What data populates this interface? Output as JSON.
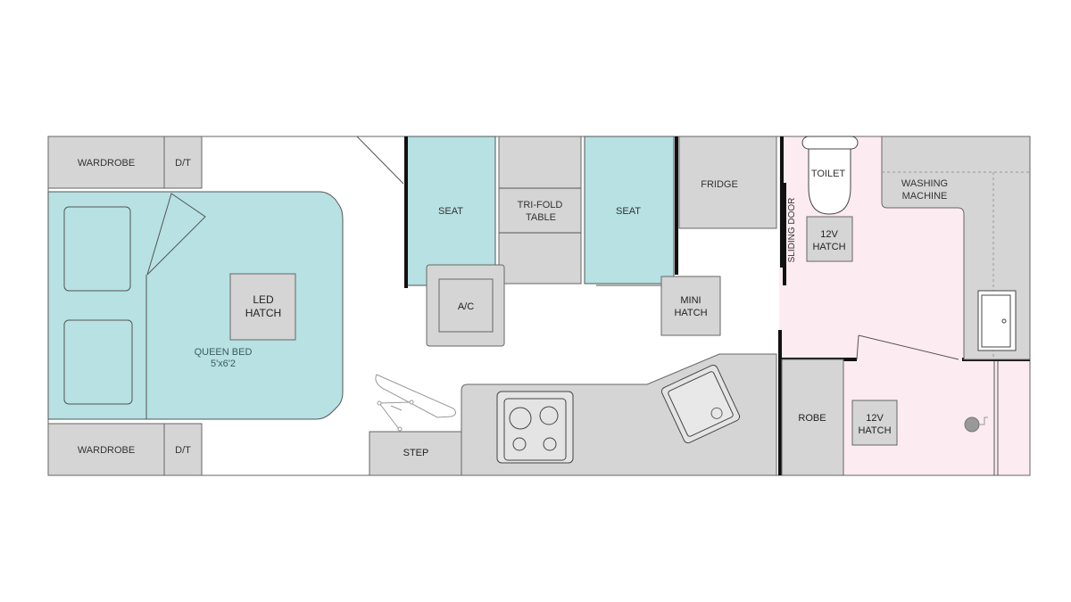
{
  "floorplan": {
    "colors": {
      "seating_bed": "#b7e1e3",
      "cabinetry": "#d5d5d5",
      "bathroom": "#fcebf1",
      "walls": "#111111"
    },
    "labels": {
      "wardrobe_top": "WARDROBE",
      "dt_top": "D/T",
      "wardrobe_bottom": "WARDROBE",
      "dt_bottom": "D/T",
      "led_hatch": [
        "LED",
        "HATCH"
      ],
      "queen_bed": [
        "QUEEN BED",
        "5'x6'2"
      ],
      "seat_left": "SEAT",
      "tri_fold_table": [
        "TRI-FOLD",
        "TABLE"
      ],
      "seat_right": "SEAT",
      "fridge": "FRIDGE",
      "ac": "A/C",
      "mini_hatch": [
        "MINI",
        "HATCH"
      ],
      "step": "STEP",
      "sliding_door": "SLIDING DOOR",
      "toilet": "TOILET",
      "hatch_12v_bath": [
        "12V",
        "HATCH"
      ],
      "washing_machine": [
        "WASHING",
        "MACHINE"
      ],
      "robe": "ROBE",
      "hatch_12v_bedroom": [
        "12V",
        "HATCH"
      ]
    }
  }
}
